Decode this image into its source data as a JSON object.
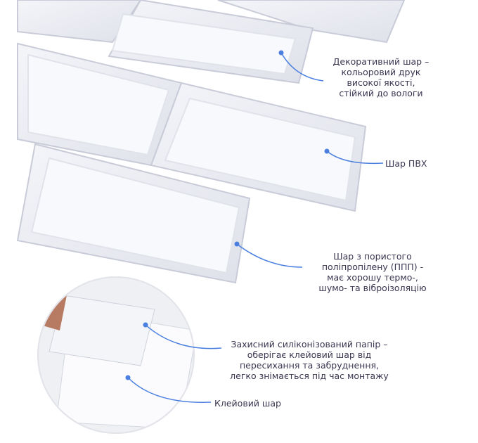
{
  "accent_color": "#4a7fe0",
  "text_color": "#3b3550",
  "labels": {
    "decor": [
      "Декоративний шар  –",
      "кольоровий друк",
      "високої якості,",
      "стійкий до вологи"
    ],
    "pvc": [
      "Шар ПВХ"
    ],
    "ppp": [
      "Шар з пористого",
      "поліпропілену (ППП) -",
      "має хорошу термо-,",
      "шумо- та віброізоляцію"
    ],
    "paper": [
      "Захисний силіконізований папір –",
      "оберігає клейовий шар від",
      "пересихання та забруднення,",
      "легко знімається під час монтажу"
    ],
    "glue": [
      "Клейовий шар"
    ]
  }
}
